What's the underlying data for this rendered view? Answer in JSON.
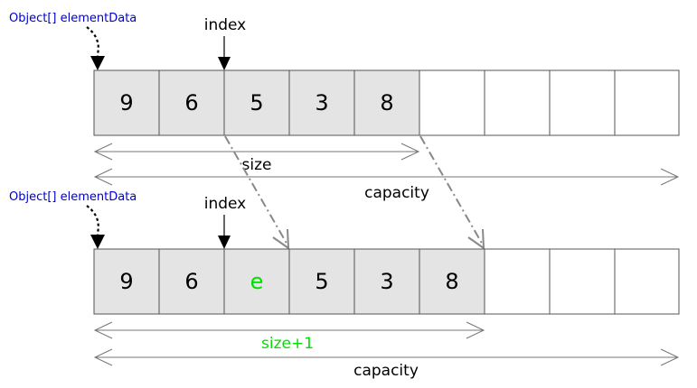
{
  "colors": {
    "blue_label": "#0000cc",
    "green_highlight": "#00dd00",
    "cell_fill": "#e4e4e4",
    "cell_empty": "#ffffff",
    "border": "#555555",
    "dim_arrow": "#777777",
    "shift_arrow": "#888888",
    "text": "#000000"
  },
  "top": {
    "reference_label": "Object[] elementData",
    "index_label": "index",
    "cells": [
      "9",
      "6",
      "5",
      "3",
      "8",
      "",
      "",
      "",
      ""
    ],
    "size_label": "size",
    "capacity_label": "capacity"
  },
  "bottom": {
    "reference_label": "Object[] elementData",
    "index_label": "index",
    "cells": [
      "9",
      "6",
      "e",
      "5",
      "3",
      "8",
      "",
      "",
      ""
    ],
    "size_label": "size+1",
    "capacity_label": "capacity"
  }
}
